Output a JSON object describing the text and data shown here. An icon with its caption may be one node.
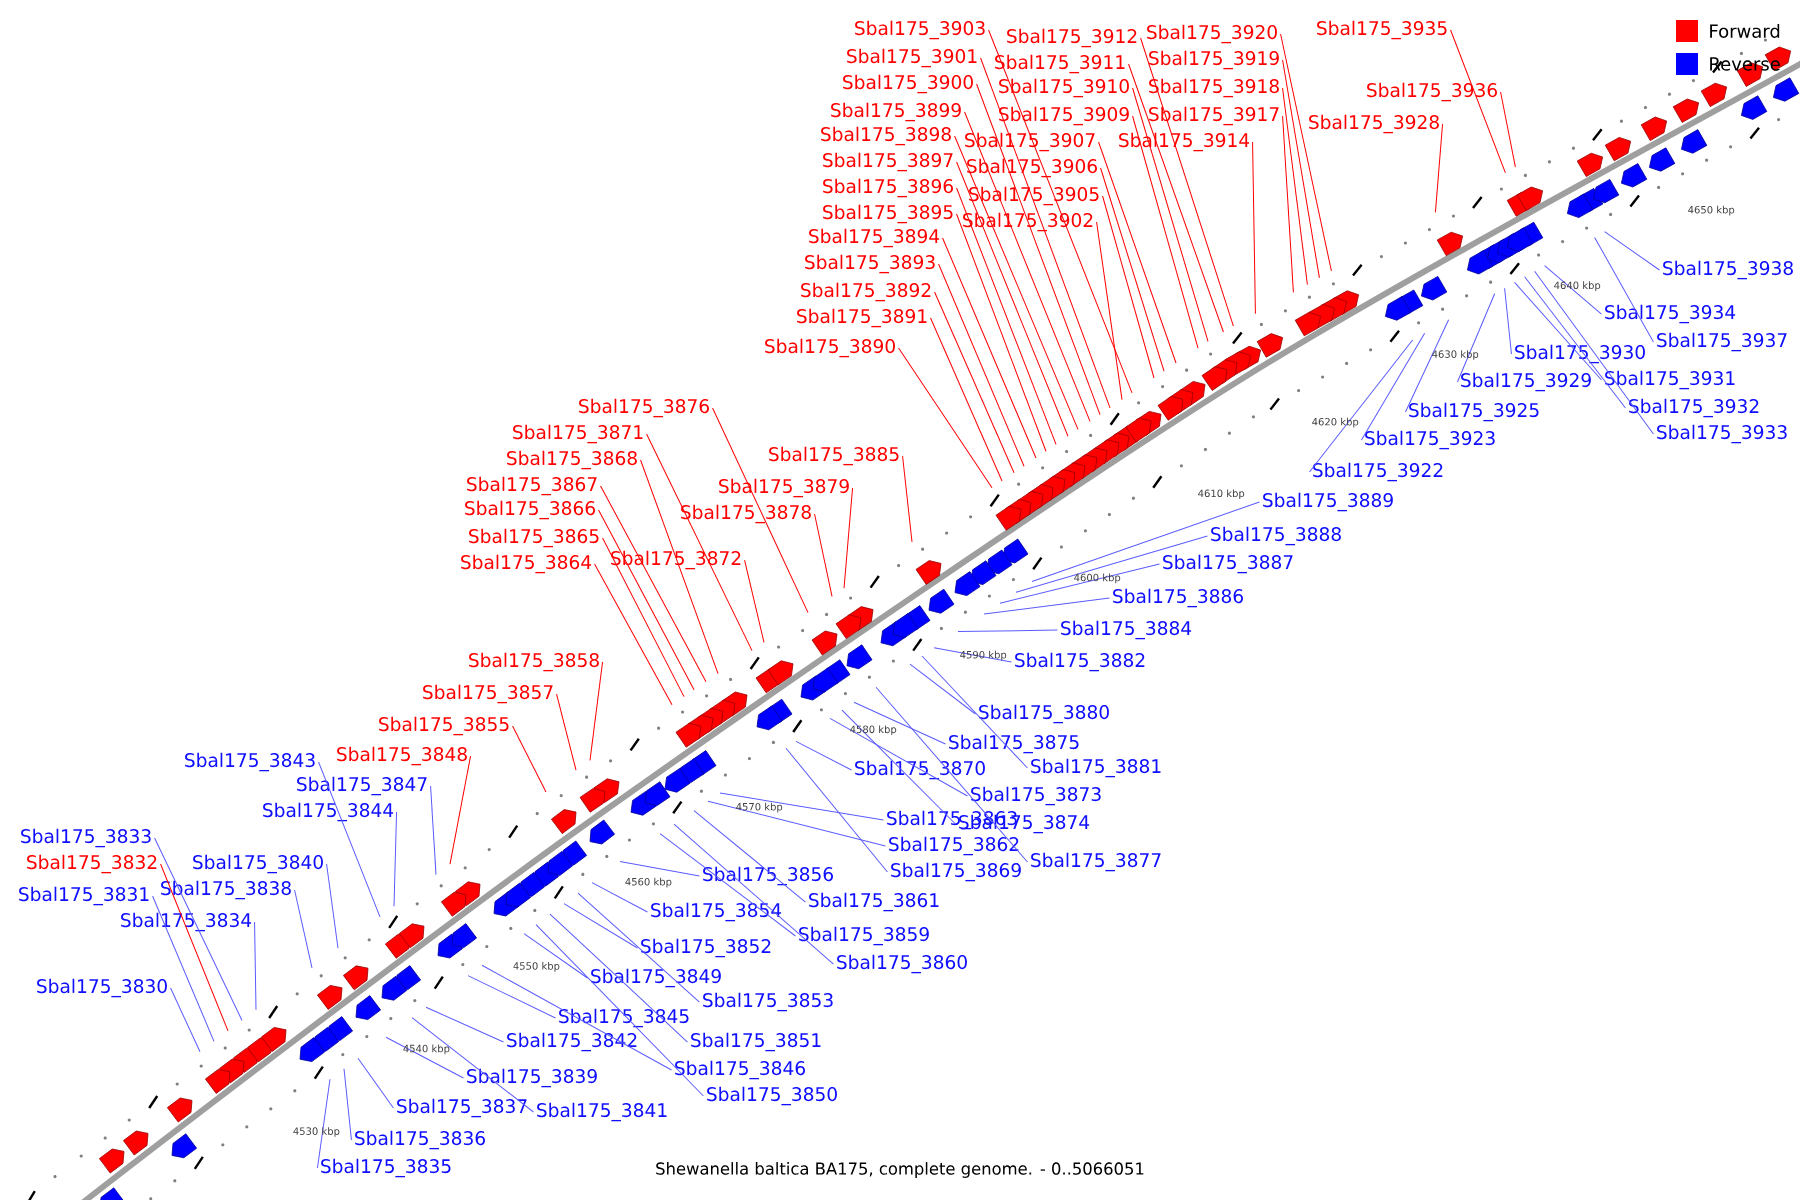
{
  "diagram": {
    "caption": "Shewanella baltica BA175, complete genome. - 0..5066051",
    "nodes": [
      {
        "text": [
          "Sbal175_3903"
        ]
      },
      {
        "text": [
          "Sbal175_3901"
        ]
      },
      {
        "text": [
          "Sbal175_3900"
        ]
      },
      {
        "text": [
          "Sbal175_3899"
        ]
      },
      {
        "text": [
          "Sbal175_3898"
        ]
      },
      {
        "text": [
          "Sbal175_3897"
        ]
      },
      {
        "text": [
          "Sbal175_3896"
        ]
      },
      {
        "text": [
          "Sbal175_3895"
        ]
      },
      {
        "text": [
          "Sbal175_3894"
        ]
      },
      {
        "text": [
          "Sbal175_3893"
        ]
      },
      {
        "text": [
          "Sbal175_3892"
        ]
      },
      {
        "text": [
          "Sbal175_3891"
        ]
      },
      {
        "text": [
          "Sbal175_3890"
        ]
      },
      {
        "text": [
          "Sbal175_3912"
        ]
      },
      {
        "text": [
          "Sbal175_3911"
        ]
      },
      {
        "text": [
          "Sbal175_3910"
        ]
      },
      {
        "text": [
          "Sbal175_3909"
        ]
      },
      {
        "text": [
          "Sbal175_3907"
        ]
      },
      {
        "text": [
          "Sbal175_3906"
        ]
      },
      {
        "text": [
          "Sbal175_3905"
        ]
      },
      {
        "text": [
          "Sbal175_3902"
        ]
      },
      {
        "text": [
          "Sbal175_3920"
        ]
      },
      {
        "text": [
          "Sbal175_3919"
        ]
      },
      {
        "text": [
          "Sbal175_3918"
        ]
      },
      {
        "text": [
          "Sbal175_3917"
        ]
      },
      {
        "text": [
          "Sbal175_3914"
        ]
      },
      {
        "text": [
          "Sbal175_3935"
        ]
      },
      {
        "text": [
          "Sbal175_3936"
        ]
      },
      {
        "text": [
          "Sbal175_3928"
        ]
      },
      {
        "text": [
          "Sbal175_3876"
        ]
      },
      {
        "text": [
          "Sbal175_3871"
        ]
      },
      {
        "text": [
          "Sbal175_3868"
        ]
      },
      {
        "text": [
          "Sbal175_3867"
        ]
      },
      {
        "text": [
          "Sbal175_3866"
        ]
      },
      {
        "text": [
          "Sbal175_3865"
        ]
      },
      {
        "text": [
          "Sbal175_3864"
        ]
      },
      {
        "text": [
          "Sbal175_3872"
        ]
      },
      {
        "text": [
          "Sbal175_3885"
        ]
      },
      {
        "text": [
          "Sbal175_3879"
        ]
      },
      {
        "text": [
          "Sbal175_3878"
        ]
      },
      {
        "text": [
          "Sbal175_3858"
        ]
      },
      {
        "text": [
          "Sbal175_3857"
        ]
      },
      {
        "text": [
          "Sbal175_3855"
        ]
      },
      {
        "text": [
          "Sbal175_3848"
        ]
      },
      {
        "text": [
          "Sbal175_3832"
        ]
      },
      {
        "text": [
          "Sbal175_3938"
        ]
      },
      {
        "text": [
          "Sbal175_3934"
        ]
      },
      {
        "text": [
          "Sbal175_3937"
        ]
      },
      {
        "text": [
          "Sbal175_3930"
        ]
      },
      {
        "text": [
          "Sbal175_3929"
        ]
      },
      {
        "text": [
          "Sbal175_3931"
        ]
      },
      {
        "text": [
          "Sbal175_3925"
        ]
      },
      {
        "text": [
          "Sbal175_3932"
        ]
      },
      {
        "text": [
          "Sbal175_3923"
        ]
      },
      {
        "text": [
          "Sbal175_3933"
        ]
      },
      {
        "text": [
          "Sbal175_3922"
        ]
      },
      {
        "text": [
          "Sbal175_3889"
        ]
      },
      {
        "text": [
          "Sbal175_3888"
        ]
      },
      {
        "text": [
          "Sbal175_3887"
        ]
      },
      {
        "text": [
          "Sbal175_3886"
        ]
      },
      {
        "text": [
          "Sbal175_3884"
        ]
      },
      {
        "text": [
          "Sbal175_3882"
        ]
      },
      {
        "text": [
          "Sbal175_3880"
        ]
      },
      {
        "text": [
          "Sbal175_3875"
        ]
      },
      {
        "text": [
          "Sbal175_3881"
        ]
      },
      {
        "text": [
          "Sbal175_3870"
        ]
      },
      {
        "text": [
          "Sbal175_3873"
        ]
      },
      {
        "text": [
          "Sbal175_3874"
        ]
      },
      {
        "text": [
          "Sbal175_3863"
        ]
      },
      {
        "text": [
          "Sbal175_3862"
        ]
      },
      {
        "text": [
          "Sbal175_3869"
        ]
      },
      {
        "text": [
          "Sbal175_3877"
        ]
      },
      {
        "text": [
          "Sbal175_3856"
        ]
      },
      {
        "text": [
          "Sbal175_3861"
        ]
      },
      {
        "text": [
          "Sbal175_3854"
        ]
      },
      {
        "text": [
          "Sbal175_3859"
        ]
      },
      {
        "text": [
          "Sbal175_3852"
        ]
      },
      {
        "text": [
          "Sbal175_3860"
        ]
      },
      {
        "text": [
          "Sbal175_3849"
        ]
      },
      {
        "text": [
          "Sbal175_3853"
        ]
      },
      {
        "text": [
          "Sbal175_3845"
        ]
      },
      {
        "text": [
          "Sbal175_3851"
        ]
      },
      {
        "text": [
          "Sbal175_3842"
        ]
      },
      {
        "text": [
          "Sbal175_3846"
        ]
      },
      {
        "text": [
          "Sbal175_3839"
        ]
      },
      {
        "text": [
          "Sbal175_3850"
        ]
      },
      {
        "text": [
          "Sbal175_3841"
        ]
      },
      {
        "text": [
          "Sbal175_3837"
        ]
      },
      {
        "text": [
          "Sbal175_3836"
        ]
      },
      {
        "text": [
          "Sbal175_3835"
        ]
      },
      {
        "text": [
          "Sbal175_3843"
        ]
      },
      {
        "text": [
          "Sbal175_3847"
        ]
      },
      {
        "text": [
          "Sbal175_3844"
        ]
      },
      {
        "text": [
          "Sbal175_3840"
        ]
      },
      {
        "text": [
          "Sbal175_3838"
        ]
      },
      {
        "text": [
          "Sbal175_3833"
        ]
      },
      {
        "text": [
          "Sbal175_3831"
        ]
      },
      {
        "text": [
          "Sbal175_3834"
        ]
      },
      {
        "text": [
          "Sbal175_3830"
        ]
      }
    ],
    "edges": [
      {
        "from": 0,
        "to": null,
        "arrow": "none",
        "color": "#ff0000"
      },
      {
        "from": 1,
        "to": null,
        "arrow": "none",
        "color": "#ff0000"
      },
      {
        "from": 2,
        "to": null,
        "arrow": "none",
        "color": "#ff0000"
      },
      {
        "from": 3,
        "to": null,
        "arrow": "none",
        "color": "#ff0000"
      },
      {
        "from": 4,
        "to": null,
        "arrow": "none",
        "color": "#ff0000"
      },
      {
        "from": 5,
        "to": null,
        "arrow": "none",
        "color": "#ff0000"
      },
      {
        "from": 6,
        "to": null,
        "arrow": "none",
        "color": "#ff0000"
      },
      {
        "from": 7,
        "to": null,
        "arrow": "none",
        "color": "#ff0000"
      },
      {
        "from": 8,
        "to": null,
        "arrow": "none",
        "color": "#ff0000"
      },
      {
        "from": 9,
        "to": null,
        "arrow": "none",
        "color": "#ff0000"
      },
      {
        "from": 10,
        "to": null,
        "arrow": "none",
        "color": "#ff0000"
      },
      {
        "from": 11,
        "to": null,
        "arrow": "none",
        "color": "#ff0000"
      },
      {
        "from": 12,
        "to": null,
        "arrow": "none",
        "color": "#ff0000"
      },
      {
        "from": 13,
        "to": null,
        "arrow": "none",
        "color": "#ff0000"
      },
      {
        "from": 14,
        "to": null,
        "arrow": "none",
        "color": "#ff0000"
      },
      {
        "from": 15,
        "to": null,
        "arrow": "none",
        "color": "#ff0000"
      },
      {
        "from": 16,
        "to": null,
        "arrow": "none",
        "color": "#ff0000"
      },
      {
        "from": 17,
        "to": null,
        "arrow": "none",
        "color": "#ff0000"
      },
      {
        "from": 18,
        "to": null,
        "arrow": "none",
        "color": "#ff0000"
      },
      {
        "from": 19,
        "to": null,
        "arrow": "none",
        "color": "#ff0000"
      },
      {
        "from": 20,
        "to": null,
        "arrow": "none",
        "color": "#ff0000"
      },
      {
        "from": 21,
        "to": null,
        "arrow": "none",
        "color": "#ff0000"
      },
      {
        "from": 22,
        "to": null,
        "arrow": "none",
        "color": "#ff0000"
      },
      {
        "from": 23,
        "to": null,
        "arrow": "none",
        "color": "#ff0000"
      },
      {
        "from": 24,
        "to": null,
        "arrow": "none",
        "color": "#ff0000"
      },
      {
        "from": 25,
        "to": null,
        "arrow": "none",
        "color": "#ff0000"
      },
      {
        "from": 26,
        "to": null,
        "arrow": "none",
        "color": "#ff0000"
      },
      {
        "from": 27,
        "to": null,
        "arrow": "none",
        "color": "#ff0000"
      },
      {
        "from": 28,
        "to": null,
        "arrow": "none",
        "color": "#ff0000"
      },
      {
        "from": 29,
        "to": null,
        "arrow": "none",
        "color": "#ff0000"
      },
      {
        "from": 30,
        "to": null,
        "arrow": "none",
        "color": "#ff0000"
      },
      {
        "from": 31,
        "to": null,
        "arrow": "none",
        "color": "#ff0000"
      },
      {
        "from": 32,
        "to": null,
        "arrow": "none",
        "color": "#ff0000"
      },
      {
        "from": 33,
        "to": null,
        "arrow": "none",
        "color": "#ff0000"
      },
      {
        "from": 34,
        "to": null,
        "arrow": "none",
        "color": "#ff0000"
      },
      {
        "from": 35,
        "to": null,
        "arrow": "none",
        "color": "#ff0000"
      },
      {
        "from": 36,
        "to": null,
        "arrow": "none",
        "color": "#ff0000"
      },
      {
        "from": 37,
        "to": null,
        "arrow": "none",
        "color": "#ff0000"
      },
      {
        "from": 38,
        "to": null,
        "arrow": "none",
        "color": "#ff0000"
      },
      {
        "from": 39,
        "to": null,
        "arrow": "none",
        "color": "#ff0000"
      },
      {
        "from": 40,
        "to": null,
        "arrow": "none",
        "color": "#ff0000"
      },
      {
        "from": 41,
        "to": null,
        "arrow": "none",
        "color": "#ff0000"
      },
      {
        "from": 42,
        "to": null,
        "arrow": "none",
        "color": "#ff0000"
      },
      {
        "from": 43,
        "to": null,
        "arrow": "none",
        "color": "#ff0000"
      },
      {
        "from": 44,
        "to": null,
        "arrow": "none",
        "color": "#ff0000"
      },
      {
        "from": 45,
        "to": null,
        "arrow": "none"
      },
      {
        "from": 46,
        "to": null,
        "arrow": "none"
      },
      {
        "from": 47,
        "to": null,
        "arrow": "none"
      },
      {
        "from": 48,
        "to": null,
        "arrow": "none"
      },
      {
        "from": 49,
        "to": null,
        "arrow": "none"
      },
      {
        "from": 50,
        "to": null,
        "arrow": "none"
      },
      {
        "from": 51,
        "to": null,
        "arrow": "none"
      },
      {
        "from": 52,
        "to": null,
        "arrow": "none"
      },
      {
        "from": 53,
        "to": null,
        "arrow": "none"
      },
      {
        "from": 54,
        "to": null,
        "arrow": "none"
      },
      {
        "from": 55,
        "to": null,
        "arrow": "none"
      },
      {
        "from": 56,
        "to": null,
        "arrow": "none"
      },
      {
        "from": 57,
        "to": null,
        "arrow": "none"
      },
      {
        "from": 58,
        "to": null,
        "arrow": "none"
      },
      {
        "from": 59,
        "to": null,
        "arrow": "none"
      },
      {
        "from": 60,
        "to": null,
        "arrow": "none"
      },
      {
        "from": 61,
        "to": null,
        "arrow": "none"
      },
      {
        "from": 62,
        "to": null,
        "arrow": "none"
      },
      {
        "from": 63,
        "to": null,
        "arrow": "none"
      },
      {
        "from": 64,
        "to": null,
        "arrow": "none"
      },
      {
        "from": 65,
        "to": null,
        "arrow": "none"
      },
      {
        "from": 66,
        "to": null,
        "arrow": "none"
      },
      {
        "from": 67,
        "to": null,
        "arrow": "none"
      },
      {
        "from": 68,
        "to": null,
        "arrow": "none"
      },
      {
        "from": 69,
        "to": null,
        "arrow": "none"
      },
      {
        "from": 70,
        "to": null,
        "arrow": "none"
      },
      {
        "from": 71,
        "to": null,
        "arrow": "none"
      },
      {
        "from": 72,
        "to": null,
        "arrow": "none"
      },
      {
        "from": 73,
        "to": null,
        "arrow": "none"
      },
      {
        "from": 74,
        "to": null,
        "arrow": "none"
      },
      {
        "from": 75,
        "to": null,
        "arrow": "none"
      },
      {
        "from": 76,
        "to": null,
        "arrow": "none"
      },
      {
        "from": 77,
        "to": null,
        "arrow": "none"
      },
      {
        "from": 78,
        "to": null,
        "arrow": "none"
      },
      {
        "from": 79,
        "to": null,
        "arrow": "none"
      },
      {
        "from": 80,
        "to": null,
        "arrow": "none"
      },
      {
        "from": 81,
        "to": null,
        "arrow": "none"
      },
      {
        "from": 82,
        "to": null,
        "arrow": "none"
      },
      {
        "from": 83,
        "to": null,
        "arrow": "none"
      },
      {
        "from": 84,
        "to": null,
        "arrow": "none"
      },
      {
        "from": 85,
        "to": null,
        "arrow": "none"
      },
      {
        "from": 86,
        "to": null,
        "arrow": "none"
      },
      {
        "from": 87,
        "to": null,
        "arrow": "none"
      },
      {
        "from": 88,
        "to": null,
        "arrow": "none"
      },
      {
        "from": 89,
        "to": null,
        "arrow": "none"
      },
      {
        "from": 90,
        "to": null,
        "arrow": "none"
      },
      {
        "from": 91,
        "to": null,
        "arrow": "none"
      },
      {
        "from": 92,
        "to": null,
        "arrow": "none"
      },
      {
        "from": 93,
        "to": null,
        "arrow": "none"
      },
      {
        "from": 94,
        "to": null,
        "arrow": "none"
      },
      {
        "from": 95,
        "to": null,
        "arrow": "none"
      },
      {
        "from": 96,
        "to": null,
        "arrow": "none"
      },
      {
        "from": 97,
        "to": null,
        "arrow": "none"
      },
      {
        "from": 98,
        "to": null,
        "arrow": "none"
      }
    ],
    "labels": [
      "4530 kbp",
      "4540 kbp",
      "4550 kbp",
      "4560 kbp",
      "4570 kbp",
      "4580 kbp",
      "4590 kbp",
      "4600 kbp",
      "4610 kbp",
      "4620 kbp",
      "4630 kbp",
      "4640 kbp",
      "4650 kbp"
    ],
    "legend": [
      {
        "text": "Forward",
        "color": "#ff0000"
      },
      {
        "text": "Reverse",
        "color": "#0000ff"
      }
    ]
  }
}
